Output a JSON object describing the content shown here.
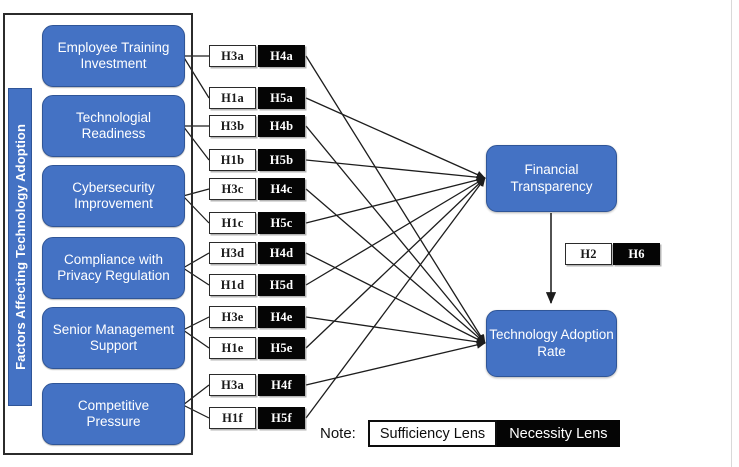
{
  "figure": {
    "group_label": "Factors Affecting Technology Adoption"
  },
  "factors": [
    {
      "id": "employee-training-investment",
      "label": "Employee Training Investment"
    },
    {
      "id": "technological-readiness",
      "label": "Technologial Readiness"
    },
    {
      "id": "cybersecurity-improvement",
      "label": "Cybersecurity Improvement"
    },
    {
      "id": "compliance-privacy-regulation",
      "label": "Compliance with Privacy Regulation"
    },
    {
      "id": "senior-management-support",
      "label": "Senior Management Support"
    },
    {
      "id": "competitive-pressure",
      "label": "Competitive Pressure"
    }
  ],
  "hypotheses": {
    "rows": [
      {
        "sufficiency": "H3a",
        "necessity": "H4a"
      },
      {
        "sufficiency": "H1a",
        "necessity": "H5a"
      },
      {
        "sufficiency": "H3b",
        "necessity": "H4b"
      },
      {
        "sufficiency": "H1b",
        "necessity": "H5b"
      },
      {
        "sufficiency": "H3c",
        "necessity": "H4c"
      },
      {
        "sufficiency": "H1c",
        "necessity": "H5c"
      },
      {
        "sufficiency": "H3d",
        "necessity": "H4d"
      },
      {
        "sufficiency": "H1d",
        "necessity": "H5d"
      },
      {
        "sufficiency": "H3e",
        "necessity": "H4e"
      },
      {
        "sufficiency": "H1e",
        "necessity": "H5e"
      },
      {
        "sufficiency": "H3a",
        "necessity": "H4f"
      },
      {
        "sufficiency": "H1f",
        "necessity": "H5f"
      }
    ],
    "mediation": {
      "sufficiency": "H2",
      "necessity": "H6"
    }
  },
  "outcomes": [
    {
      "id": "financial-transparency",
      "label": "Financial Transparency"
    },
    {
      "id": "technology-adoption-rate",
      "label": "Technology Adoption Rate"
    }
  ],
  "legend": {
    "note": "Note:",
    "sufficiency": "Sufficiency Lens",
    "necessity": "Necessity Lens"
  },
  "colors": {
    "box_blue": "#4472C4",
    "box_blue_border": "#2F5597",
    "necessity_black": "#050505",
    "sufficiency_white": "#FFFFFF",
    "outline": "#2B2B2B"
  }
}
